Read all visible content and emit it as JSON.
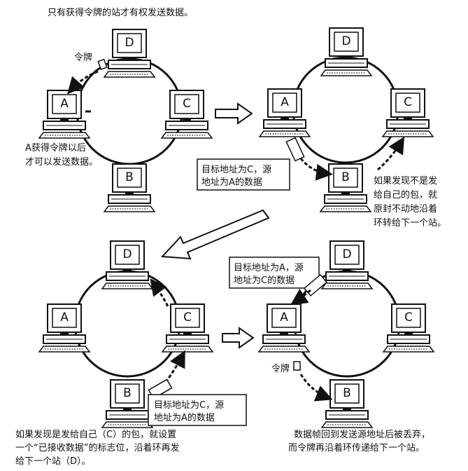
{
  "notes": {
    "top": "只有获得令牌的站才有权发送数据。",
    "p1_a_line1": "A获得令牌以后",
    "p1_a_line2": "才可以发送数据。",
    "p2_box_line1": "目标地址为C，源",
    "p2_box_line2": "地址为A的数据",
    "p2_note_line1": "如果发现不是发",
    "p2_note_line2": "给自己的包，就",
    "p2_note_line3": "原封不动地沿着",
    "p2_note_line4": "环转给下一个站。",
    "p3_box_line1": "目标地址为C，源",
    "p3_box_line2": "地址为A的数据",
    "p3_note_line1": "如果发现是发给自己（C）的包，就设置",
    "p3_note_line2": "一个“已接收数据”的标志位，沿着环再发",
    "p3_note_line3": "给下一个站（D）。",
    "p4_box_line1": "目标地址为A，源",
    "p4_box_line2": "地址为C的数据",
    "p4_note_line1": "数据帧回到发送源地址后被丢弃，",
    "p4_note_line2": "而令牌再沿着环传递给下一个站。"
  },
  "token_label": "令牌",
  "stations": {
    "a": "A",
    "b": "B",
    "c": "C",
    "d": "D"
  }
}
